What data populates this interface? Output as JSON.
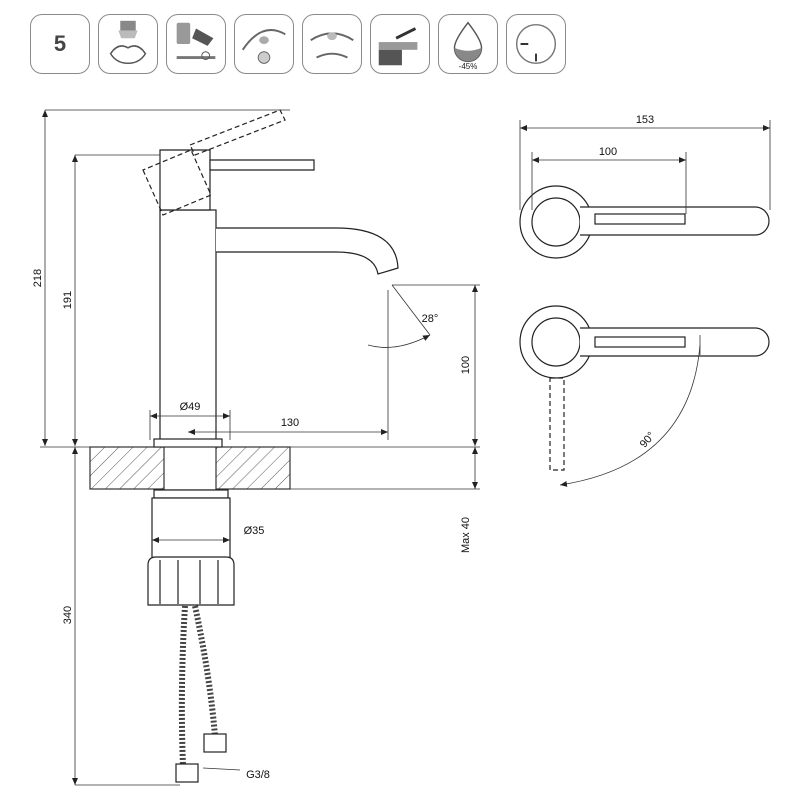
{
  "feature_icons": {
    "number_badge": "5",
    "icons": [
      {
        "name": "number-5-badge-icon"
      },
      {
        "name": "aerator-cleaning-icon"
      },
      {
        "name": "cartridge-icon"
      },
      {
        "name": "easy-clean-icon"
      },
      {
        "name": "eco-start-icon"
      },
      {
        "name": "cold-start-icon"
      },
      {
        "name": "lever-mixer-icon"
      },
      {
        "name": "water-saving-drop-icon",
        "caption": "-45%"
      },
      {
        "name": "flow-limiter-icon"
      }
    ]
  },
  "dimensions": {
    "total_height": "218",
    "spout_height": "191",
    "base_diameter": "Ø49",
    "spout_reach": "130",
    "outlet_height": "100",
    "spout_angle": "28°",
    "fixing_diameter": "Ø35",
    "max_deck": "Max 40",
    "hose_length": "340",
    "hose_thread": "G3/8",
    "top_width": "153",
    "lever_length": "100",
    "lever_rotation": "90°"
  }
}
